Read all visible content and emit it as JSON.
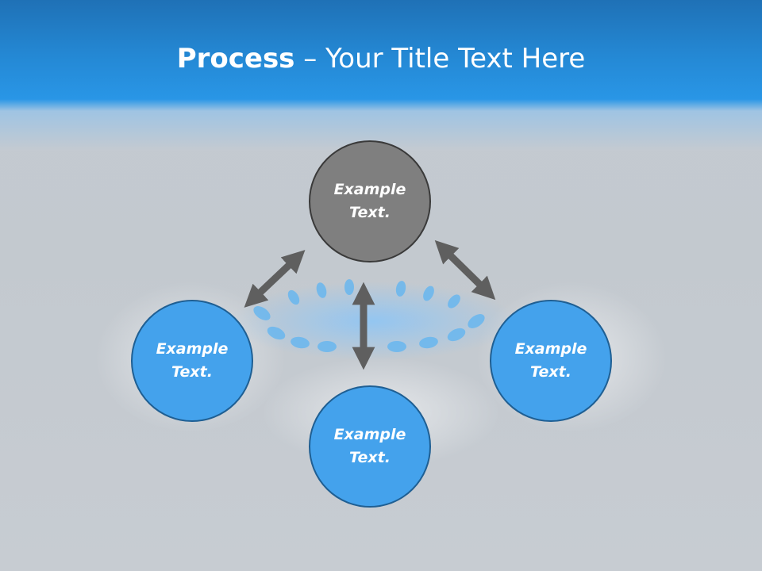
{
  "slide": {
    "title_bold": "Process",
    "title_rest": " – Your Title Text Here"
  },
  "nodes": [
    {
      "id": "top",
      "text": "Example\nText.",
      "color": "#7f7f7f"
    },
    {
      "id": "left",
      "text": "Example\nText.",
      "color": "#44a2ec"
    },
    {
      "id": "right",
      "text": "Example\nText.",
      "color": "#44a2ec"
    },
    {
      "id": "bottom",
      "text": "Example\nText.",
      "color": "#44a2ec"
    }
  ],
  "connectors": [
    {
      "from": "top",
      "to": "left",
      "style": "double-arrow"
    },
    {
      "from": "top",
      "to": "right",
      "style": "double-arrow"
    },
    {
      "from": "top",
      "to": "bottom",
      "style": "double-arrow"
    }
  ],
  "colors": {
    "header_blue": "#2488d4",
    "arrow_gray": "#606060",
    "background": "#c4cad1"
  }
}
